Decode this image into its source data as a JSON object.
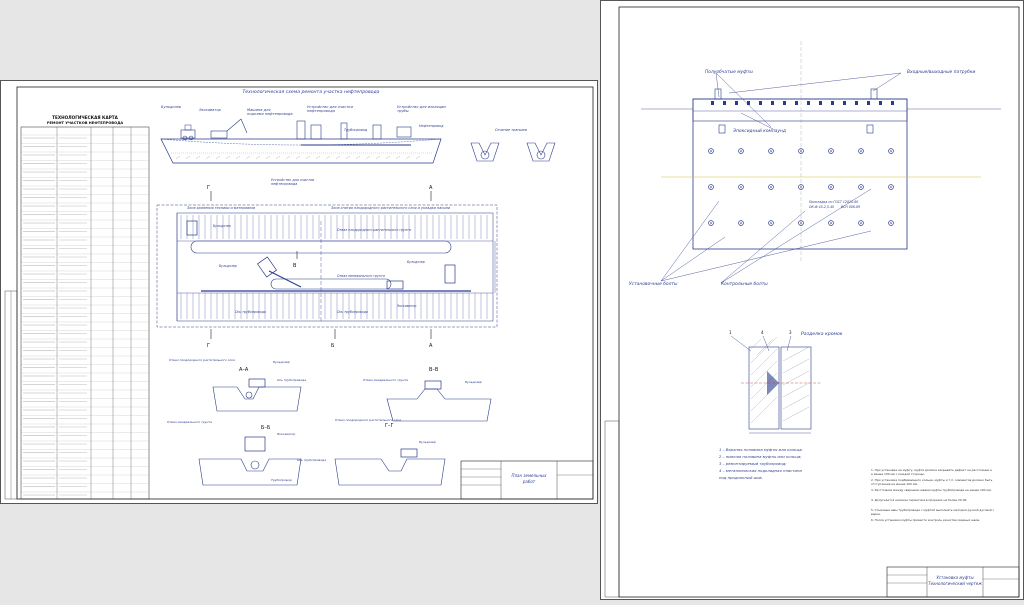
{
  "left_sheet": {
    "table_title": "ТЕХНОЛОГИЧЕСКАЯ КАРТА",
    "table_subtitle": "РЕМОНТ УЧАСТКОВ НЕФТЕПРОВОДА",
    "scheme_title": "Технологическая схема ремонта участка нефтепровода",
    "labels": {
      "bulldozer": "Бульдозер",
      "excavator": "Экскаватор",
      "machine": "Машина для",
      "machine2": "подъема нефтепровода",
      "cleaning": "Устройство для очистки",
      "cleaning2": "нефтепровода",
      "insulation": "Устройство для изоляции",
      "insulation2": "трубы",
      "pipeline": "Нефтепровод",
      "trench": "Траншея",
      "wall": "Ось трубопровода",
      "zone1": "Зона хранения техники и материалов",
      "zone2": "Зона снятия плодородного растительного слоя и укладки насыпи",
      "dump": "Отвал плодородного растительного грунта",
      "dump2": "Отвал минерального грунта",
      "axis": "Ось трубопровода",
      "trench_form": "Сечение траншеи",
      "bulldozer2": "Бульдозер",
      "excavator2": "Экскаватор",
      "sec_aa": "А–А",
      "sec_vv": "В–В",
      "sec_bb": "Б–Б",
      "sec_gg": "Г–Г",
      "mark_a": "А",
      "mark_b": "Б",
      "mark_v": "В",
      "mark_g": "Г",
      "dump_a": "Отвал плодородного растительного слоя",
      "dump_v": "Отвал минерального грунта",
      "dump_b": "Отвал минерального грунта",
      "dump_g": "Отвал плодородного растительного слоя",
      "pipe_a": "Ось трубопровода",
      "pipe_b": "Ось трубопровода",
      "trubo": "Трубопровод"
    },
    "stamp": {
      "title1": "План земельных",
      "title2": "работ"
    }
  },
  "right_sheet": {
    "labels": {
      "half_coupling": "Полуобчатые муфты",
      "nozzles": "Входные/выходные патрубки",
      "epoxy": "Эпоксидный компаунд",
      "install_bolts": "Установочные болты",
      "control_bolts": "Контрольные болты",
      "weld_note1": "Прокладка по ГОСТ 12815-80",
      "weld_note2": "ОК-Ф 45-2,5-40",
      "weld_note3": "ВСН 006-89",
      "detail_title": "Разделка кромок"
    },
    "legend": [
      "1 – Верхняя половина муфты или кольца;",
      "2 – нижняя половина муфты или кольца;",
      "3 – ремонтируемый трубопровод;",
      "4 – металлическая подкладная пластина",
      "под продольный шов."
    ],
    "notes": [
      "1. При установке на муфту, муфта должна закрывать дефект на расстоянии не менее 100 мм с каждой стороны.",
      "2. При установке подбивающего кольца, муфты и т.п. элементов должно быть отступление не менее 100 мм.",
      "3. Расстояние между сварными швами муфты трубопровода не менее 100 мм.",
      "4. Допускается наличие герметика в прорезях не более 20-30.",
      "5. Стыковые швы трубопровода с муфтой выполнять методом ручной дуговой сварки.",
      "6. После установки муфты провести контроль качества сварных швов."
    ],
    "stamp": {
      "title1": "Установка муфты",
      "title2": "Технологический чертеж"
    }
  }
}
